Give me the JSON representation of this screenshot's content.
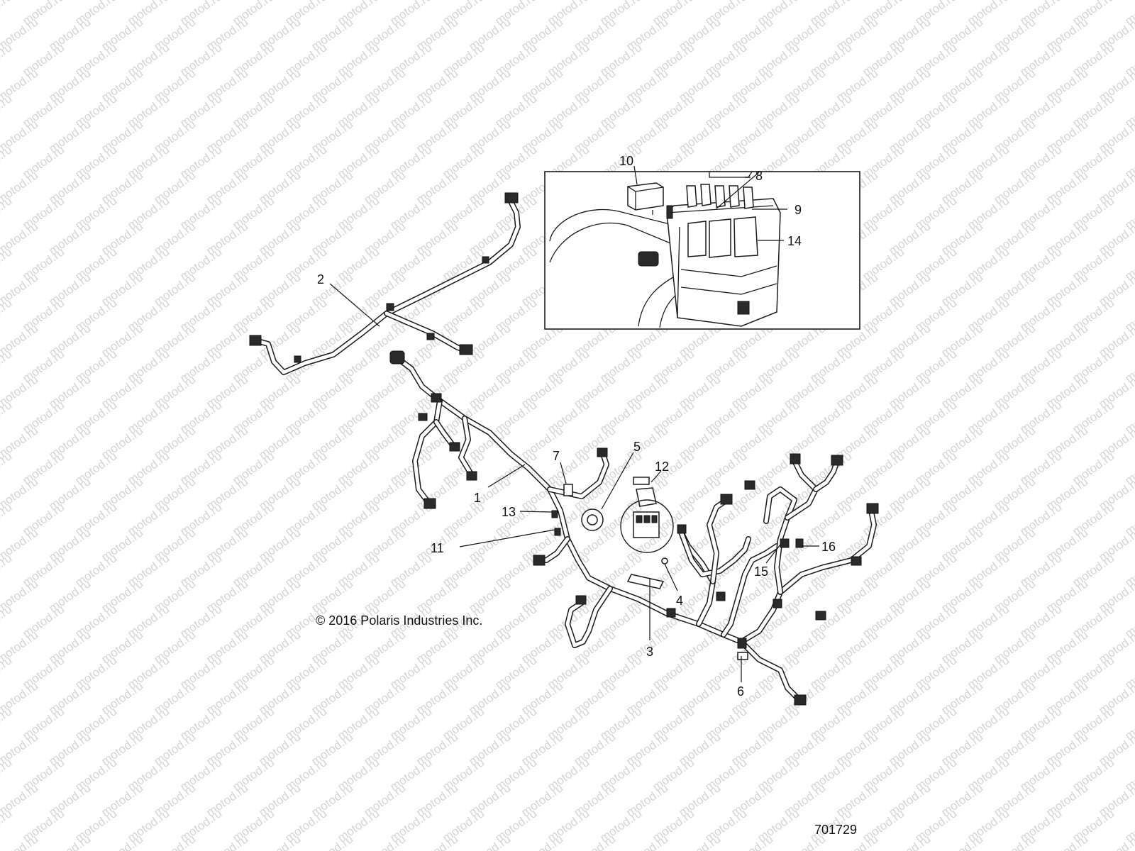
{
  "diagram": {
    "watermark": "motod.ru",
    "copyright": "© 2016 Polaris Industries Inc.",
    "figure_number": "701729",
    "callouts": {
      "c1": "1",
      "c2": "2",
      "c3": "3",
      "c4": "4",
      "c5": "5",
      "c6": "6",
      "c7": "7",
      "c8": "8",
      "c9": "9",
      "c10": "10",
      "c11": "11",
      "c12": "12",
      "c13": "13",
      "c14": "14",
      "c15": "15",
      "c16": "16"
    }
  }
}
